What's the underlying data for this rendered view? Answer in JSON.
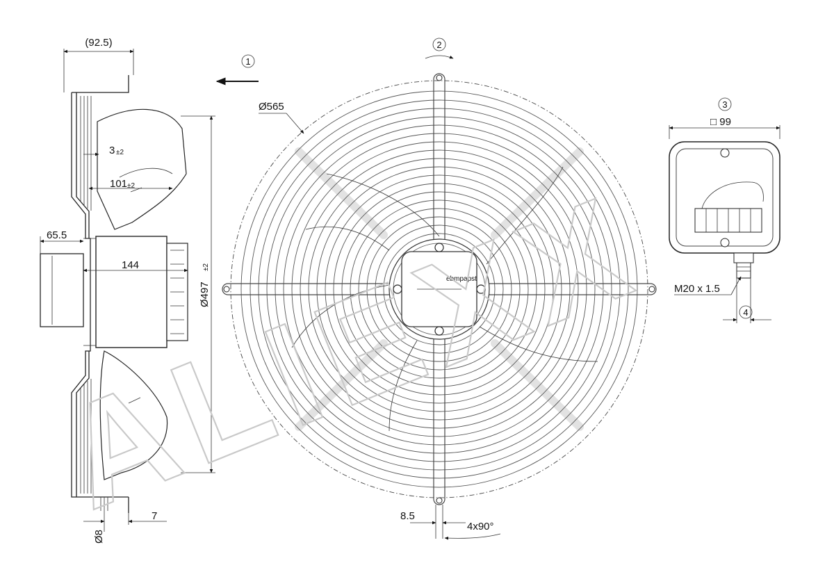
{
  "side_view": {
    "dim_depth": "(92.5)",
    "dim_blade_gap": "3",
    "dim_blade_gap_tol": "±2",
    "dim_blade_offset": "101",
    "dim_blade_offset_tol": "±2",
    "dim_hub": "65.5",
    "dim_motor": "144",
    "dim_diameter": "Ø497",
    "dim_diameter_tol": "±2",
    "dim_foot": "7",
    "dim_hole": "Ø8"
  },
  "front_view": {
    "callout_1": "1",
    "callout_2": "2",
    "dim_outer": "Ø565",
    "dim_slot": "8.5",
    "dim_holes": "4x90°",
    "brand": "ebmpapst"
  },
  "terminal_box": {
    "callout_3": "3",
    "callout_4": "4",
    "dim_size": "□ 99",
    "gland": "M20 x 1.5"
  },
  "watermark": "ALIEXX"
}
